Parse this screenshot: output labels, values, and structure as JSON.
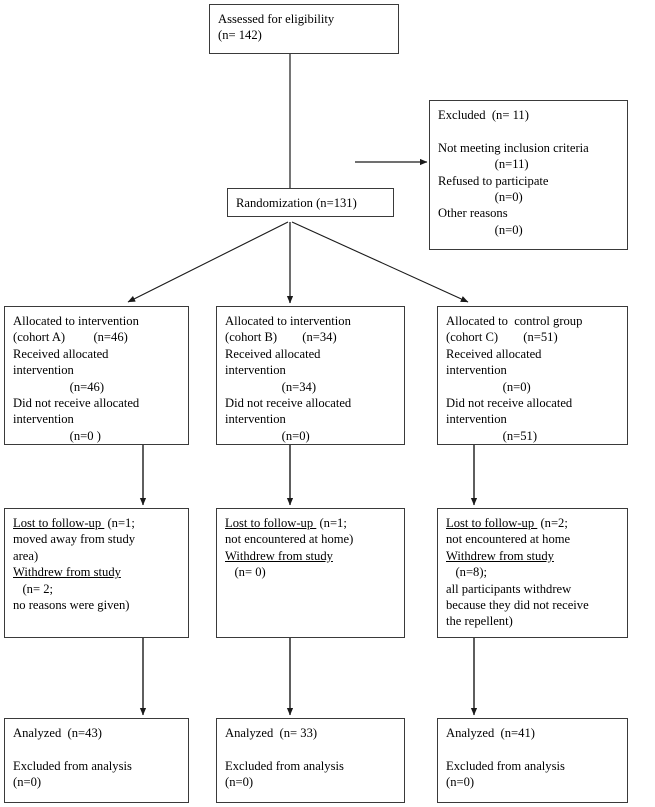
{
  "diagram": {
    "title": "CONSORT participant flow diagram",
    "line_color": "#3a3a3a",
    "text_color": "#000000",
    "background": "#ffffff"
  },
  "nodes": {
    "screened": {
      "name": "assessed-for-eligibility",
      "lines": [
        "Assessed for eligibility",
        "(n= 142)"
      ],
      "count": 142
    },
    "excluded": {
      "name": "excluded",
      "lines": [
        "Excluded  (n= 11)",
        "",
        "Not meeting inclusion criteria",
        "                  (n=11)",
        "Refused to participate",
        "                  (n=0)",
        "Other reasons",
        "                  (n=0)"
      ],
      "total": 11,
      "reasons": [
        {
          "label": "Not meeting inclusion criteria",
          "n": 11
        },
        {
          "label": "Refused to participate",
          "n": 0
        },
        {
          "label": "Other reasons",
          "n": 0
        }
      ]
    },
    "randomization": {
      "name": "randomization",
      "lines": [
        "Randomization (n=131)"
      ],
      "count": 131
    },
    "alloc_a": {
      "name": "allocation-cohort-a",
      "lines": [
        "Allocated to intervention",
        "(cohort A)         (n=46)",
        "Received allocated",
        "intervention",
        "                  (n=46)",
        "Did not receive allocated",
        "intervention",
        "                  (n=0 )"
      ],
      "allocated": 46,
      "received": 46,
      "not_received": 0
    },
    "alloc_b": {
      "name": "allocation-cohort-b",
      "lines": [
        "Allocated to intervention",
        "(cohort B)        (n=34)",
        "Received allocated",
        "intervention",
        "                  (n=34)",
        "Did not receive allocated",
        "intervention",
        "                  (n=0)"
      ],
      "allocated": 34,
      "received": 34,
      "not_received": 0
    },
    "alloc_c": {
      "name": "allocation-cohort-c-control",
      "lines": [
        "Allocated to  control group",
        "(cohort C)        (n=51)",
        "Received allocated",
        "intervention",
        "                  (n=0)",
        "Did not receive allocated",
        "intervention",
        "                  (n=51)"
      ],
      "allocated": 51,
      "received": 0,
      "not_received": 51
    },
    "follow_a": {
      "name": "follow-up-cohort-a",
      "segments": [
        {
          "text": "Lost to follow-up ",
          "underline": true
        },
        {
          "text": " (n=1;\nmoved away from study\narea)\n",
          "underline": false
        },
        {
          "text": "Withdrew from study",
          "underline": true
        },
        {
          "text": "\n   (n= 2;\nno reasons were given)",
          "underline": false
        }
      ],
      "lost": 1,
      "withdrew": 2
    },
    "follow_b": {
      "name": "follow-up-cohort-b",
      "segments": [
        {
          "text": "Lost to follow-up ",
          "underline": true
        },
        {
          "text": " (n=1;\nnot encountered at home)\n",
          "underline": false
        },
        {
          "text": "Withdrew from study",
          "underline": true
        },
        {
          "text": "\n   (n= 0)",
          "underline": false
        }
      ],
      "lost": 1,
      "withdrew": 0
    },
    "follow_c": {
      "name": "follow-up-cohort-c",
      "segments": [
        {
          "text": "Lost to follow-up ",
          "underline": true
        },
        {
          "text": " (n=2;\nnot encountered at home\n",
          "underline": false
        },
        {
          "text": "Withdrew from study",
          "underline": true
        },
        {
          "text": "\n   (n=8);\nall participants withdrew\nbecause they did not receive\nthe repellent)",
          "underline": false
        }
      ],
      "lost": 2,
      "withdrew": 8
    },
    "analyzed_a": {
      "name": "analyzed-cohort-a",
      "lines": [
        "Analyzed  (n=43)",
        "",
        "Excluded from analysis",
        "(n=0)"
      ],
      "analyzed": 43,
      "excluded": 0
    },
    "analyzed_b": {
      "name": "analyzed-cohort-b",
      "lines": [
        "Analyzed  (n= 33)",
        "",
        "Excluded from analysis",
        "(n=0)"
      ],
      "analyzed": 33,
      "excluded": 0
    },
    "analyzed_c": {
      "name": "analyzed-cohort-c",
      "lines": [
        "Analyzed  (n=41)",
        "",
        "Excluded from analysis",
        "(n=0)"
      ],
      "analyzed": 41,
      "excluded": 0
    }
  },
  "edges": [
    {
      "name": "screened-to-randomization",
      "from": "screened",
      "to": "randomization",
      "style": "plain-vertical"
    },
    {
      "name": "randomization-to-excluded",
      "from": "randomization",
      "to": "excluded",
      "style": "arrow-horizontal"
    },
    {
      "name": "randomization-to-alloc-a",
      "from": "randomization",
      "to": "alloc_a",
      "style": "arrow-diagonal"
    },
    {
      "name": "randomization-to-alloc-b",
      "from": "randomization",
      "to": "alloc_b",
      "style": "arrow-vertical"
    },
    {
      "name": "randomization-to-alloc-c",
      "from": "randomization",
      "to": "alloc_c",
      "style": "arrow-diagonal"
    },
    {
      "name": "alloc-a-to-follow-a",
      "from": "alloc_a",
      "to": "follow_a",
      "style": "arrow-vertical"
    },
    {
      "name": "alloc-b-to-follow-b",
      "from": "alloc_b",
      "to": "follow_b",
      "style": "arrow-vertical"
    },
    {
      "name": "alloc-c-to-follow-c",
      "from": "alloc_c",
      "to": "follow_c",
      "style": "arrow-vertical"
    },
    {
      "name": "follow-a-to-analyzed-a",
      "from": "follow_a",
      "to": "analyzed_a",
      "style": "arrow-vertical"
    },
    {
      "name": "follow-b-to-analyzed-b",
      "from": "follow_b",
      "to": "analyzed_b",
      "style": "arrow-vertical"
    },
    {
      "name": "follow-c-to-analyzed-c",
      "from": "follow_c",
      "to": "analyzed_c",
      "style": "arrow-vertical"
    }
  ]
}
